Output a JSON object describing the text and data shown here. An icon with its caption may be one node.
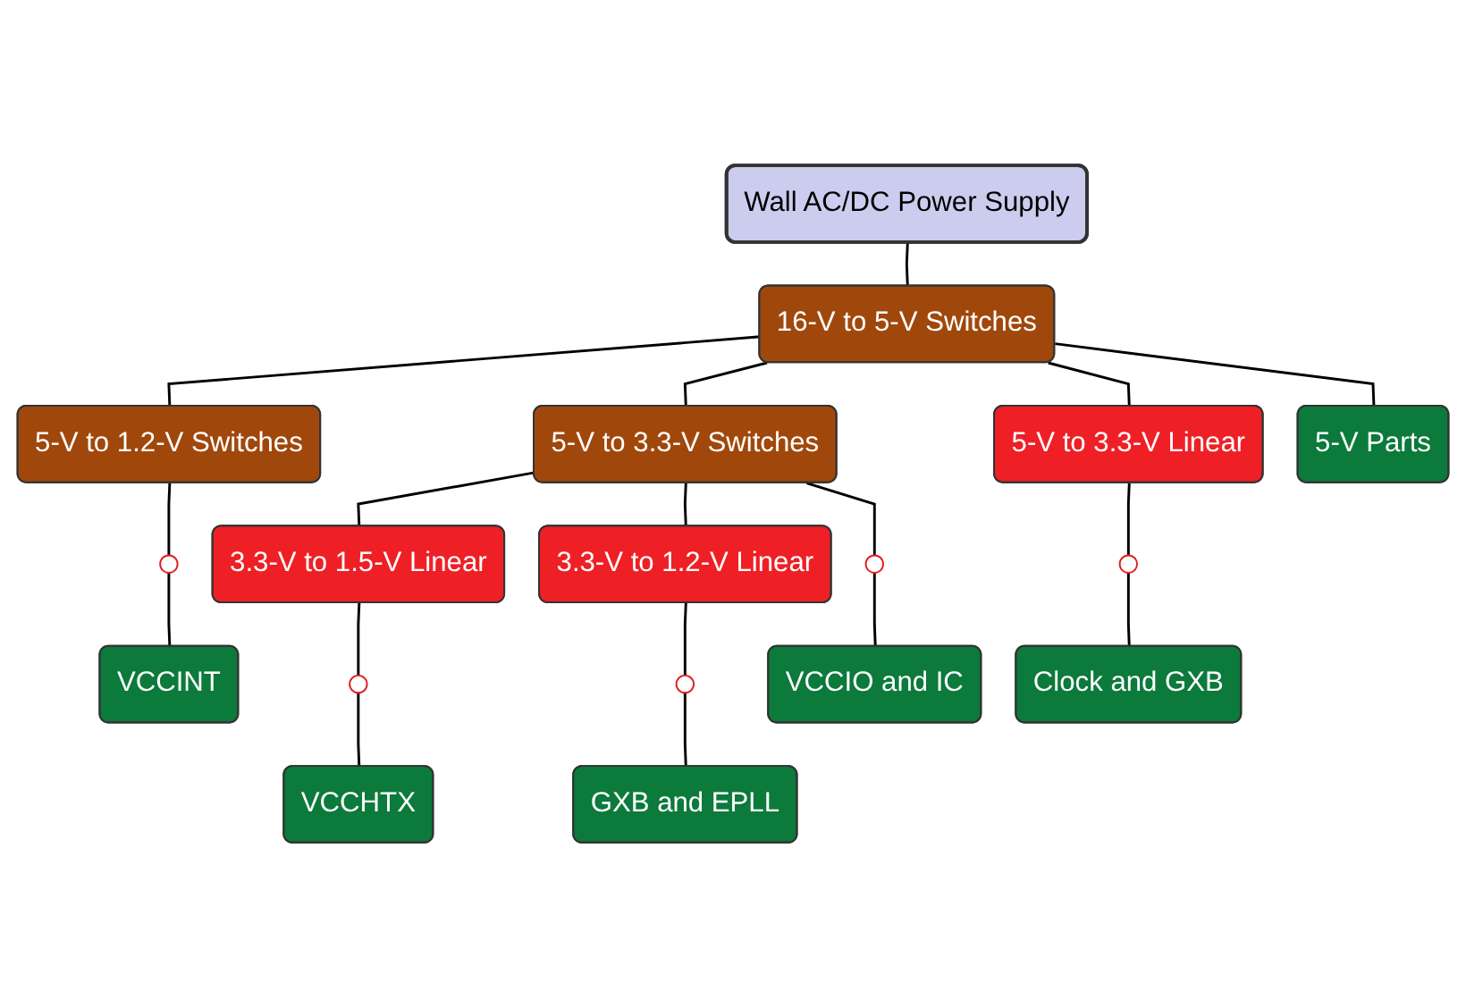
{
  "diagram": {
    "nodes": [
      {
        "text": [
          "Wall AC/DC Power Supply"
        ]
      },
      {
        "text": [
          "16-V to 5-V Switches"
        ]
      },
      {
        "text": [
          "5-V to 1.2-V Switches"
        ]
      },
      {
        "text": [
          "5-V to 3.3-V Switches"
        ]
      },
      {
        "text": [
          "5-V to 3.3-V Linear"
        ]
      },
      {
        "text": [
          "5-V Parts"
        ]
      },
      {
        "text": [],
        "shape": "circle"
      },
      {
        "text": [
          "VCCINT"
        ]
      },
      {
        "text": [
          "3.3-V to 1.5-V Linear"
        ]
      },
      {
        "text": [
          "3.3-V to 1.2-V Linear"
        ]
      },
      {
        "text": [],
        "shape": "circle"
      },
      {
        "text": [
          "VCCIO and IC"
        ]
      },
      {
        "text": [],
        "shape": "circle"
      },
      {
        "text": [
          "Clock and GXB"
        ]
      },
      {
        "text": [],
        "shape": "circle"
      },
      {
        "text": [
          "VCCHTX"
        ]
      },
      {
        "text": [],
        "shape": "circle"
      },
      {
        "text": [
          "GXB and EPLL"
        ]
      }
    ],
    "edges": [
      {
        "from": 0,
        "to": 1,
        "arrow": "none"
      },
      {
        "from": 1,
        "to": 2,
        "arrow": "none"
      },
      {
        "from": 1,
        "to": 3,
        "arrow": "none"
      },
      {
        "from": 1,
        "to": 4,
        "arrow": "none"
      },
      {
        "from": 1,
        "to": 5,
        "arrow": "none"
      },
      {
        "from": 2,
        "to": 6,
        "arrow": "none"
      },
      {
        "from": 6,
        "to": 7,
        "arrow": "none"
      },
      {
        "from": 3,
        "to": 8,
        "arrow": "none"
      },
      {
        "from": 3,
        "to": 9,
        "arrow": "none"
      },
      {
        "from": 3,
        "to": 10,
        "arrow": "none"
      },
      {
        "from": 10,
        "to": 11,
        "arrow": "none"
      },
      {
        "from": 4,
        "to": 12,
        "arrow": "none"
      },
      {
        "from": 12,
        "to": 13,
        "arrow": "none"
      },
      {
        "from": 8,
        "to": 14,
        "arrow": "none"
      },
      {
        "from": 14,
        "to": 15,
        "arrow": "none"
      },
      {
        "from": 9,
        "to": 16,
        "arrow": "none"
      },
      {
        "from": 16,
        "to": 17,
        "arrow": "none"
      }
    ]
  }
}
